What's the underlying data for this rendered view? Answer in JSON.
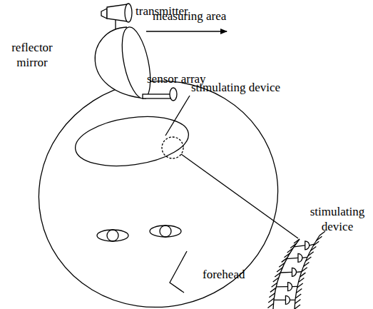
{
  "diagram": {
    "labels": [
      "transmitter",
      "measuring area",
      "reflector mirror",
      "sensor array",
      "stimulating device",
      "stimulating device",
      "forehead"
    ]
  }
}
